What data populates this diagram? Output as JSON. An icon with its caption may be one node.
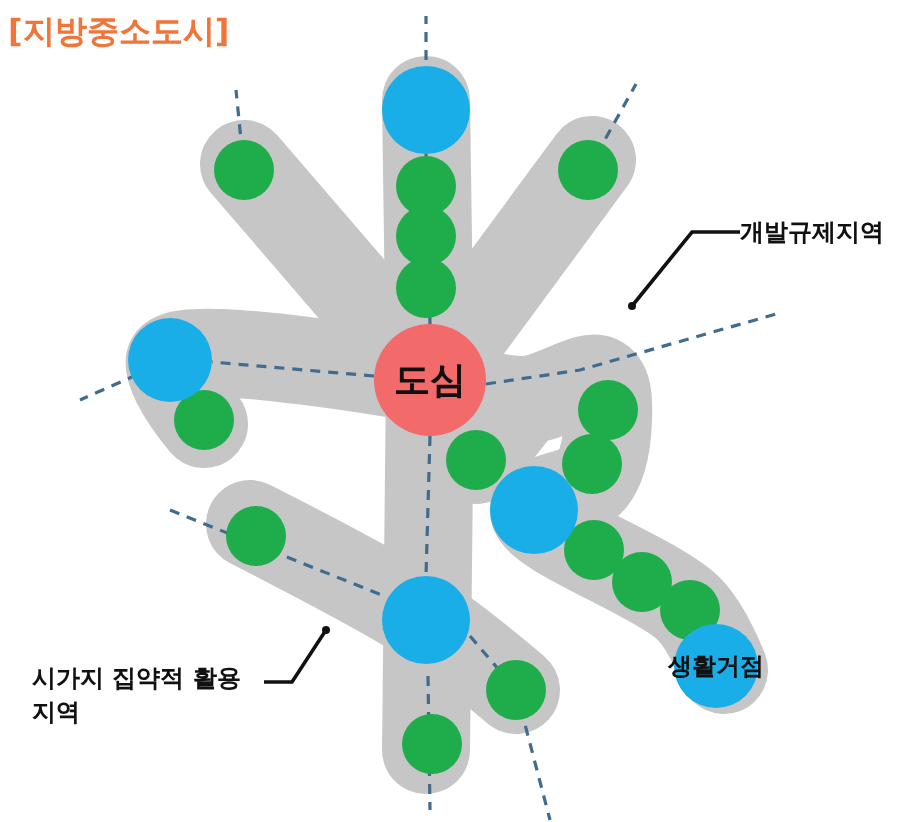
{
  "diagram": {
    "title": "[지방중소도시]",
    "nodes": [
      {
        "text": [
          "도심"
        ]
      },
      {
        "text": [],
        "shape": "circle"
      },
      {
        "text": [],
        "shape": "circle"
      },
      {
        "text": [],
        "shape": "circle"
      },
      {
        "text": [],
        "shape": "circle"
      },
      {
        "text": [
          "생활거점"
        ]
      },
      {
        "text": [
          "개발규제지역"
        ]
      },
      {
        "text": [
          "시가지 집약적 활용 지역"
        ]
      }
    ],
    "edges": [
      {
        "from": 0,
        "to": 1,
        "arrow": "none",
        "style": "dashed"
      },
      {
        "from": 0,
        "to": 2,
        "arrow": "none",
        "style": "dashed"
      },
      {
        "from": 0,
        "to": 4,
        "arrow": "none",
        "style": "dashed"
      },
      {
        "from": 6,
        "to": null,
        "arrow": "other",
        "color": "#111111"
      },
      {
        "from": 7,
        "to": null,
        "arrow": "other",
        "color": "#111111"
      }
    ]
  }
}
